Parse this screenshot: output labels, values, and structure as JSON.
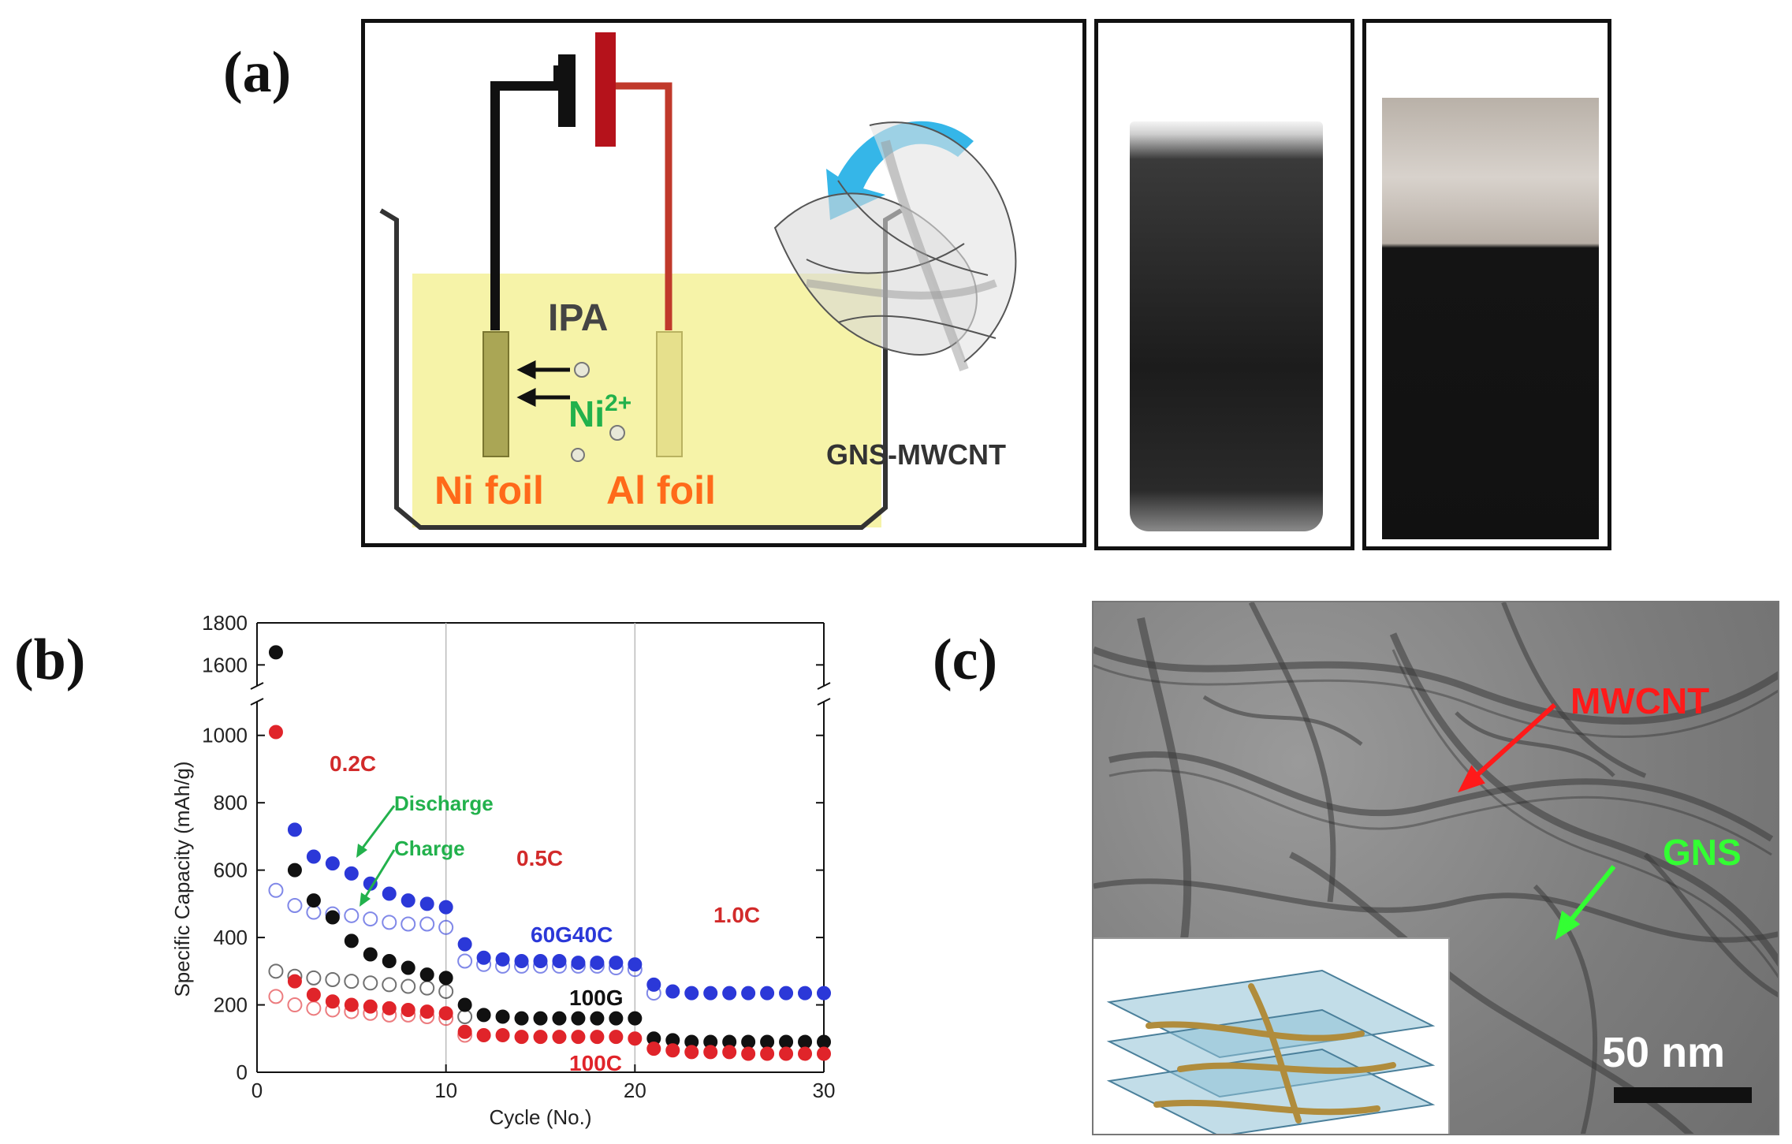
{
  "panels": {
    "a": {
      "label": "(a)",
      "ipa": "IPA",
      "ni_ion": "Ni",
      "ni_ion_charge": "2+",
      "ni_foil": "Ni foil",
      "al_foil": "Al foil",
      "gns_mwcnt": "GNS-MWCNT"
    },
    "b": {
      "label": "(b)"
    },
    "c": {
      "label": "(c)",
      "mwcnt": "MWCNT",
      "gns": "GNS",
      "scale": "50 nm"
    }
  },
  "colors": {
    "electrolyte": "#f6f3a8",
    "orange_text": "#ff6a1a",
    "green_text": "#22b14c",
    "red": "#e0242a",
    "blue": "#2b38d8",
    "black": "#111111",
    "arrow_cyan": "#35b6e8",
    "tem_red": "#ff1a1a",
    "tem_green": "#33ff33"
  },
  "chart_data": {
    "type": "scatter",
    "xlabel": "Cycle (No.)",
    "ylabel": "Specific Capacity (mAh/g)",
    "xlim": [
      0,
      30
    ],
    "xticks": [
      0,
      10,
      20,
      30
    ],
    "ylim_lower": [
      0,
      1100
    ],
    "ylim_upper": [
      1500,
      1800
    ],
    "yticks": [
      0,
      200,
      400,
      600,
      800,
      1000,
      1600,
      1800
    ],
    "axis_break": true,
    "annotations": {
      "rate_02": "0.2C",
      "rate_05": "0.5C",
      "rate_10": "1.0C",
      "discharge": "Discharge",
      "charge": "Charge",
      "s60": "60G40C",
      "s100g": "100G",
      "s100c": "100C"
    },
    "series": [
      {
        "name": "60G40C",
        "kind": "discharge",
        "color": "blue",
        "fill": true,
        "x": [
          2,
          3,
          4,
          5,
          6,
          7,
          8,
          9,
          10,
          11,
          12,
          13,
          14,
          15,
          16,
          17,
          18,
          19,
          20,
          21,
          22,
          23,
          24,
          25,
          26,
          27,
          28,
          29,
          30
        ],
        "y": [
          720,
          640,
          620,
          590,
          560,
          530,
          510,
          500,
          490,
          380,
          340,
          335,
          330,
          330,
          330,
          325,
          325,
          325,
          320,
          260,
          240,
          235,
          235,
          235,
          235,
          235,
          235,
          235,
          235
        ]
      },
      {
        "name": "60G40C",
        "kind": "charge",
        "color": "blue",
        "fill": false,
        "x": [
          1,
          2,
          3,
          4,
          5,
          6,
          7,
          8,
          9,
          10,
          11,
          12,
          13,
          14,
          15,
          16,
          17,
          18,
          19,
          20,
          21
        ],
        "y": [
          540,
          495,
          475,
          470,
          465,
          455,
          445,
          440,
          440,
          430,
          330,
          320,
          315,
          315,
          315,
          315,
          315,
          315,
          310,
          305,
          235
        ]
      },
      {
        "name": "100G",
        "kind": "discharge",
        "color": "black",
        "fill": true,
        "x": [
          1,
          2,
          3,
          4,
          5,
          6,
          7,
          8,
          9,
          10,
          11,
          12,
          13,
          14,
          15,
          16,
          17,
          18,
          19,
          20,
          21,
          22,
          23,
          24,
          25,
          26,
          27,
          28,
          29,
          30
        ],
        "y": [
          1660,
          600,
          510,
          460,
          390,
          350,
          330,
          310,
          290,
          280,
          200,
          170,
          165,
          160,
          160,
          160,
          160,
          160,
          160,
          160,
          100,
          95,
          90,
          90,
          90,
          90,
          90,
          90,
          90,
          90
        ]
      },
      {
        "name": "100G",
        "kind": "charge",
        "color": "black",
        "fill": false,
        "x": [
          1,
          2,
          3,
          4,
          5,
          6,
          7,
          8,
          9,
          10,
          11
        ],
        "y": [
          300,
          285,
          280,
          275,
          270,
          265,
          260,
          255,
          250,
          240,
          165
        ]
      },
      {
        "name": "100C",
        "kind": "discharge",
        "color": "red",
        "fill": true,
        "x": [
          1,
          2,
          3,
          4,
          5,
          6,
          7,
          8,
          9,
          10,
          11,
          12,
          13,
          14,
          15,
          16,
          17,
          18,
          19,
          20,
          21,
          22,
          23,
          24,
          25,
          26,
          27,
          28,
          29,
          30
        ],
        "y": [
          1010,
          270,
          230,
          210,
          200,
          195,
          190,
          185,
          180,
          175,
          120,
          110,
          110,
          105,
          105,
          105,
          105,
          105,
          105,
          100,
          70,
          65,
          60,
          60,
          60,
          55,
          55,
          55,
          55,
          55
        ]
      },
      {
        "name": "100C",
        "kind": "charge",
        "color": "red",
        "fill": false,
        "x": [
          1,
          2,
          3,
          4,
          5,
          6,
          7,
          8,
          9,
          10,
          11
        ],
        "y": [
          225,
          200,
          190,
          185,
          180,
          175,
          170,
          170,
          165,
          160,
          110
        ]
      }
    ]
  }
}
